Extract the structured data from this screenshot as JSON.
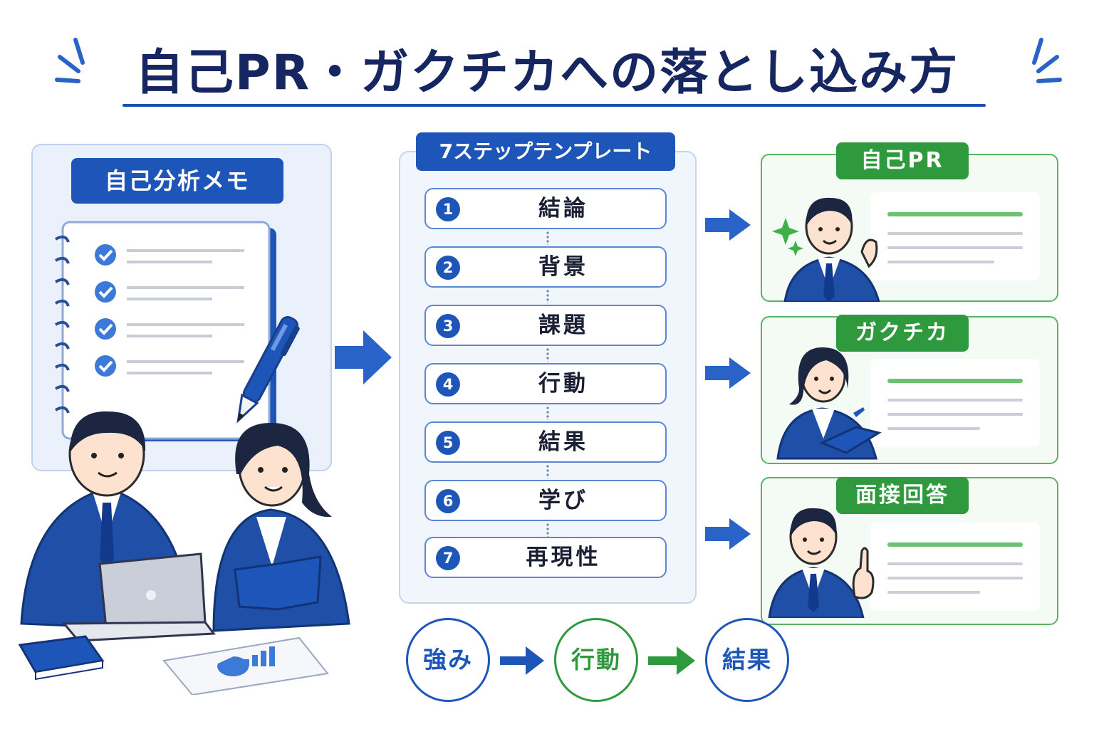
{
  "title": "自己PR・ガクチカへの落とし込み方",
  "memo": {
    "label": "自己分析メモ"
  },
  "template": {
    "label": "7ステップテンプレート",
    "steps": [
      {
        "num": "1",
        "text": "結論"
      },
      {
        "num": "2",
        "text": "背景"
      },
      {
        "num": "3",
        "text": "課題"
      },
      {
        "num": "4",
        "text": "行動"
      },
      {
        "num": "5",
        "text": "結果"
      },
      {
        "num": "6",
        "text": "学び"
      },
      {
        "num": "7",
        "text": "再現性"
      }
    ]
  },
  "outputs": [
    {
      "label": "自己PR"
    },
    {
      "label": "ガクチカ"
    },
    {
      "label": "面接回答"
    }
  ],
  "flow": [
    {
      "label": "強み",
      "color": "#1e55b8"
    },
    {
      "label": "行動",
      "color": "#2e9a3d"
    },
    {
      "label": "結果",
      "color": "#1e55b8"
    }
  ],
  "colors": {
    "navy": "#162660",
    "blue": "#1e55b8",
    "green": "#2e9a3d"
  }
}
